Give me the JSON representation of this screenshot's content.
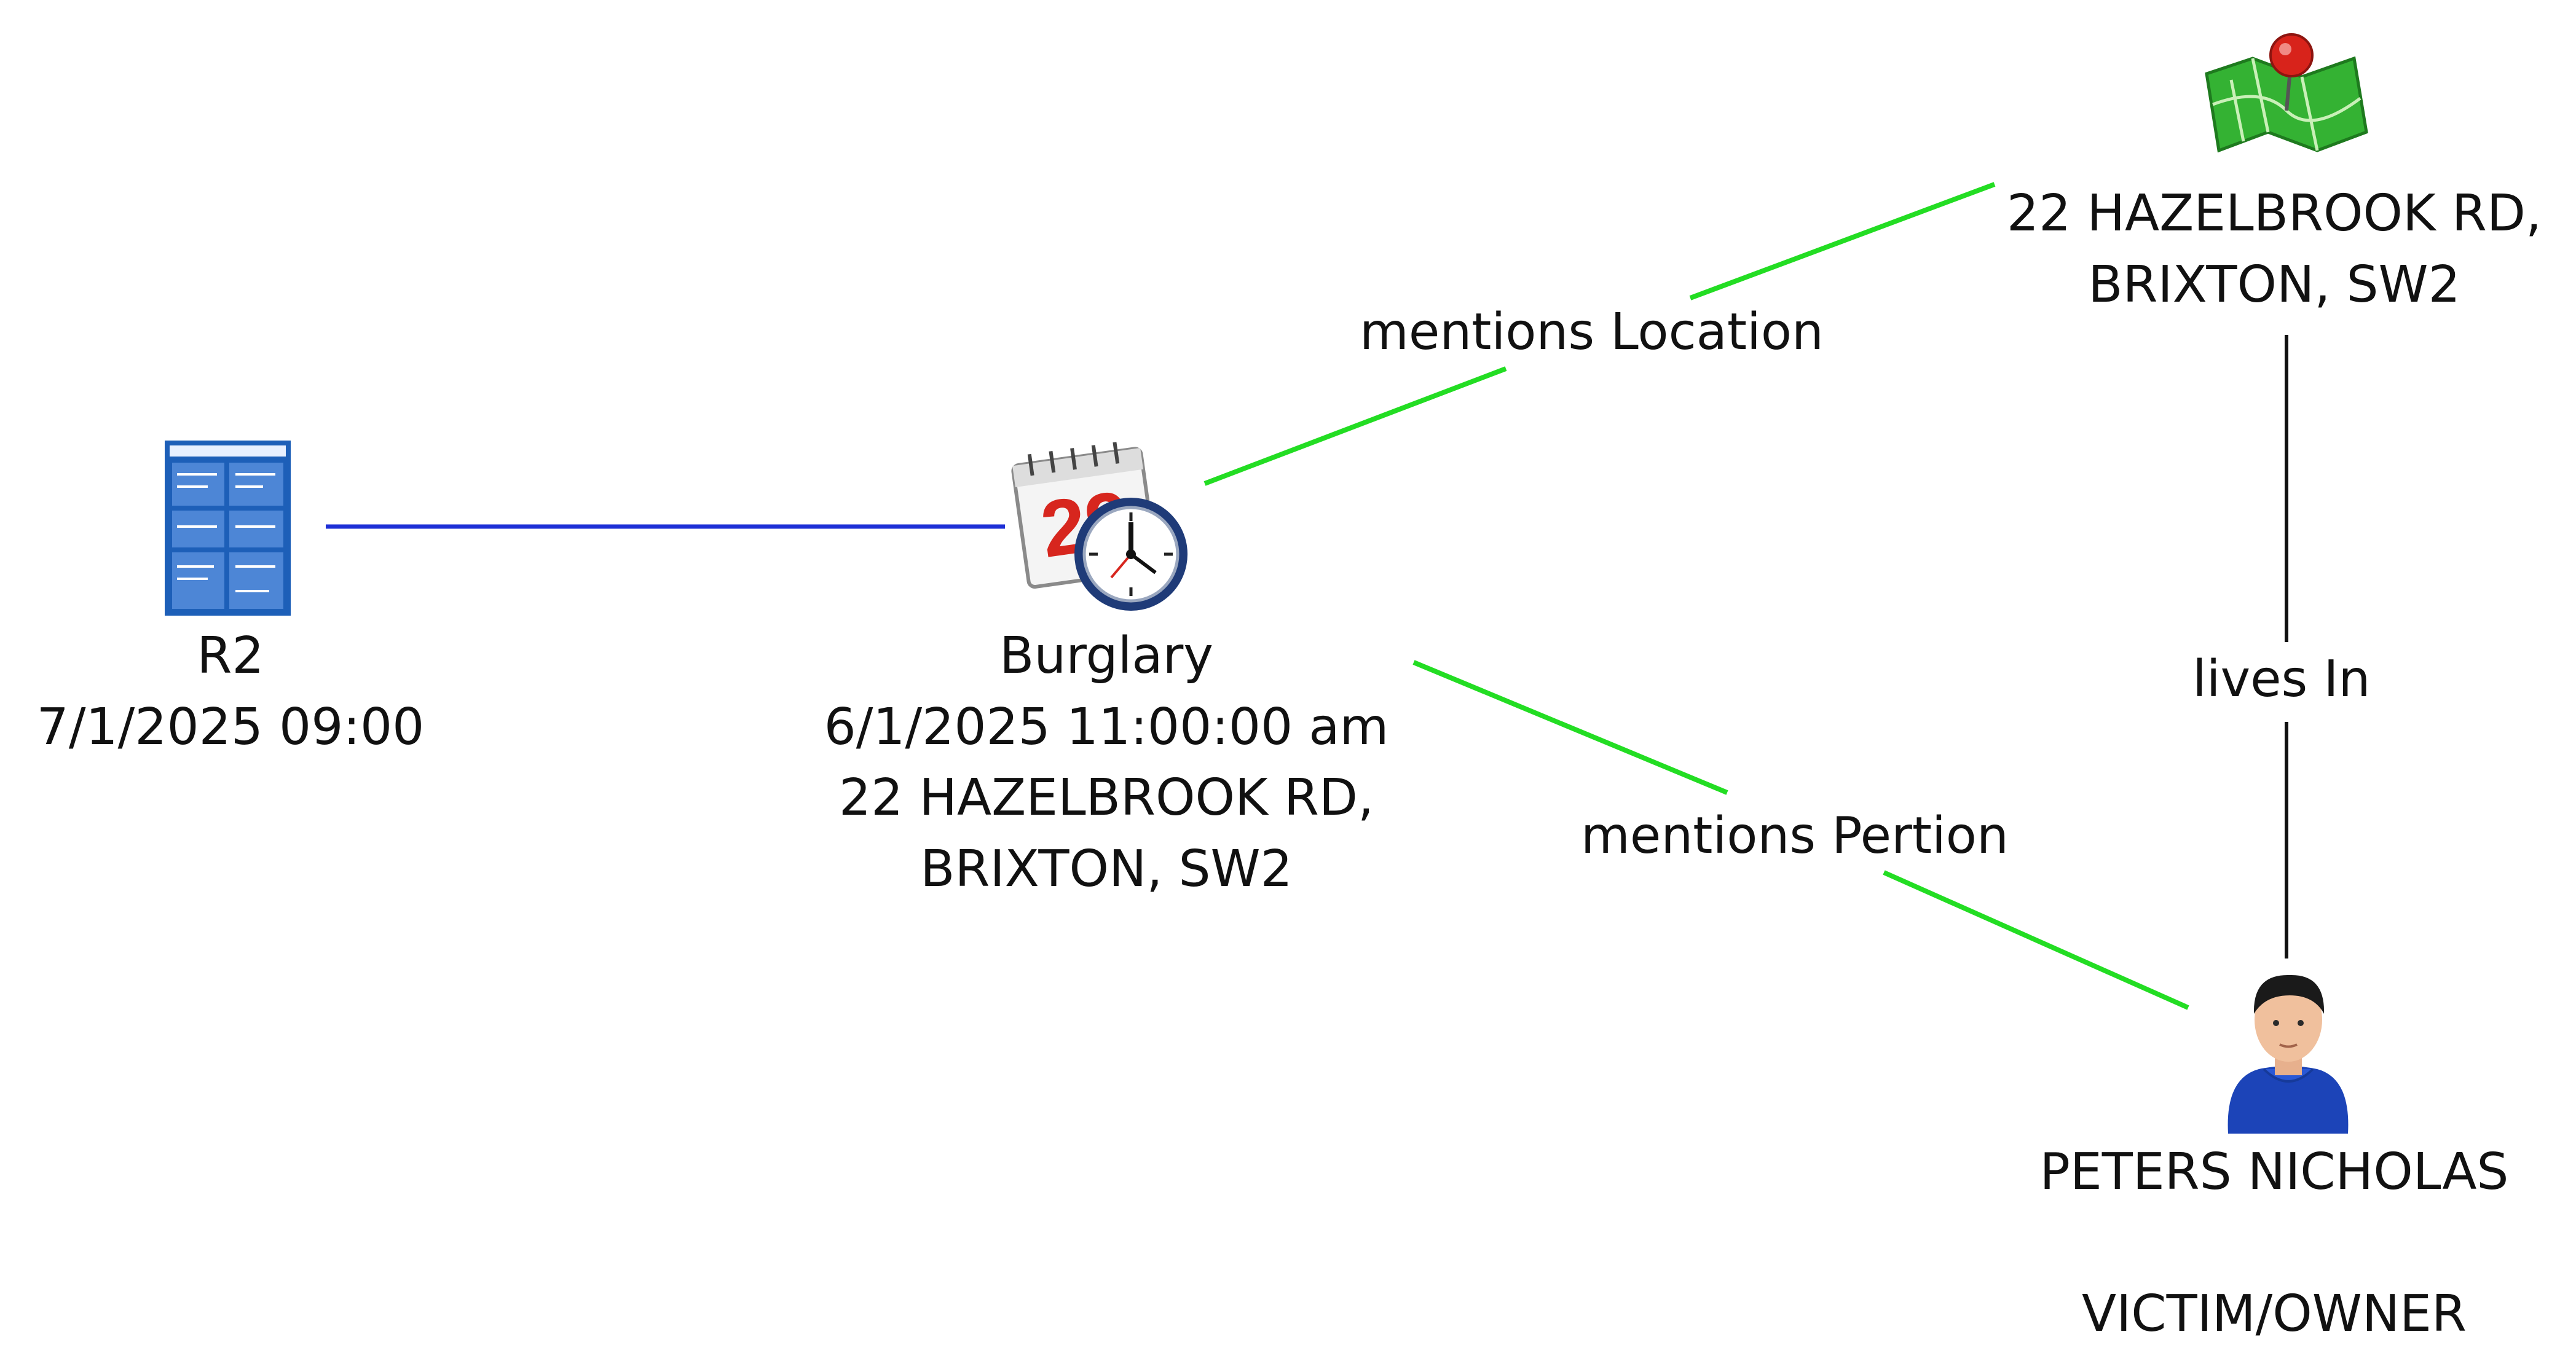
{
  "colors": {
    "report_link": "#1d2fd6",
    "mention_link": "#23dd23",
    "lives_link": "#111111",
    "text": "#111111"
  },
  "nodes": {
    "report": {
      "icon": "report-document-icon",
      "title": "R2",
      "datetime": "7/1/2025 09:00"
    },
    "event": {
      "icon": "calendar-clock-icon",
      "title": "Burglary",
      "datetime": "6/1/2025 11:00:00 am",
      "address_line1": "22 HAZELBROOK RD,",
      "address_line2": "BRIXTON, SW2"
    },
    "location": {
      "icon": "map-pin-icon",
      "address_line1": "22 HAZELBROOK RD,",
      "address_line2": "BRIXTON, SW2"
    },
    "person": {
      "icon": "person-icon",
      "name": "PETERS NICHOLAS",
      "role": "VICTIM/OWNER"
    }
  },
  "edges": {
    "event_location": {
      "label": "mentions Location"
    },
    "event_person": {
      "label": "mentions Pertion"
    },
    "person_location": {
      "label": "lives In"
    }
  }
}
